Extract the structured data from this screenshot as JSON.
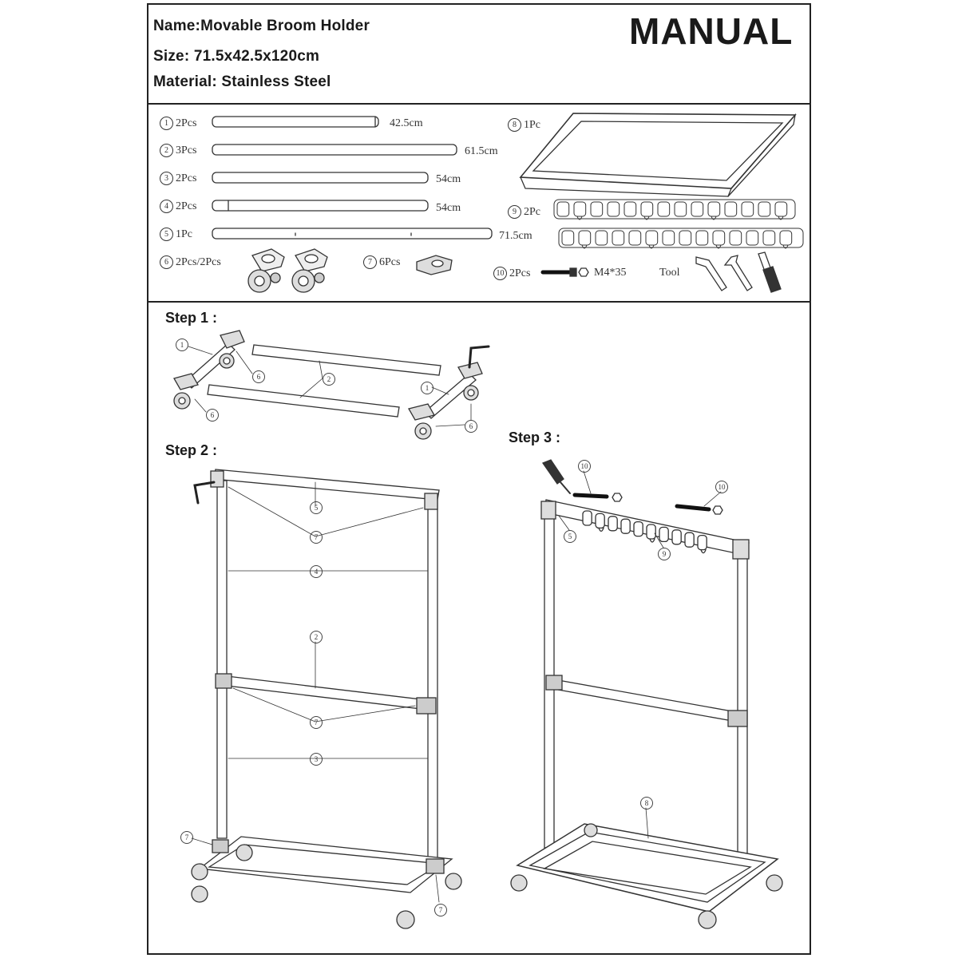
{
  "header": {
    "name_line": "Name:Movable Broom Holder",
    "size_line": "Size: 71.5x42.5x120cm",
    "material_line": "Material: Stainless Steel",
    "title": "MANUAL"
  },
  "parts": [
    {
      "num": "1",
      "qty": "2Pcs",
      "dim": "42.5cm"
    },
    {
      "num": "2",
      "qty": "3Pcs",
      "dim": "61.5cm"
    },
    {
      "num": "3",
      "qty": "2Pcs",
      "dim": "54cm"
    },
    {
      "num": "4",
      "qty": "2Pcs",
      "dim": "54cm"
    },
    {
      "num": "5",
      "qty": "1Pc",
      "dim": "71.5cm"
    },
    {
      "num": "6",
      "qty": "2Pcs/2Pcs"
    },
    {
      "num": "7",
      "qty": "6Pcs"
    },
    {
      "num": "8",
      "qty": "1Pc"
    },
    {
      "num": "9",
      "qty": "2Pc"
    },
    {
      "num": "10",
      "qty": "2Pcs",
      "dim": "M4*35"
    }
  ],
  "tool_label": "Tool",
  "steps": {
    "step1": "Step 1 :",
    "step2": "Step 2 :",
    "step3": "Step 3 :"
  }
}
